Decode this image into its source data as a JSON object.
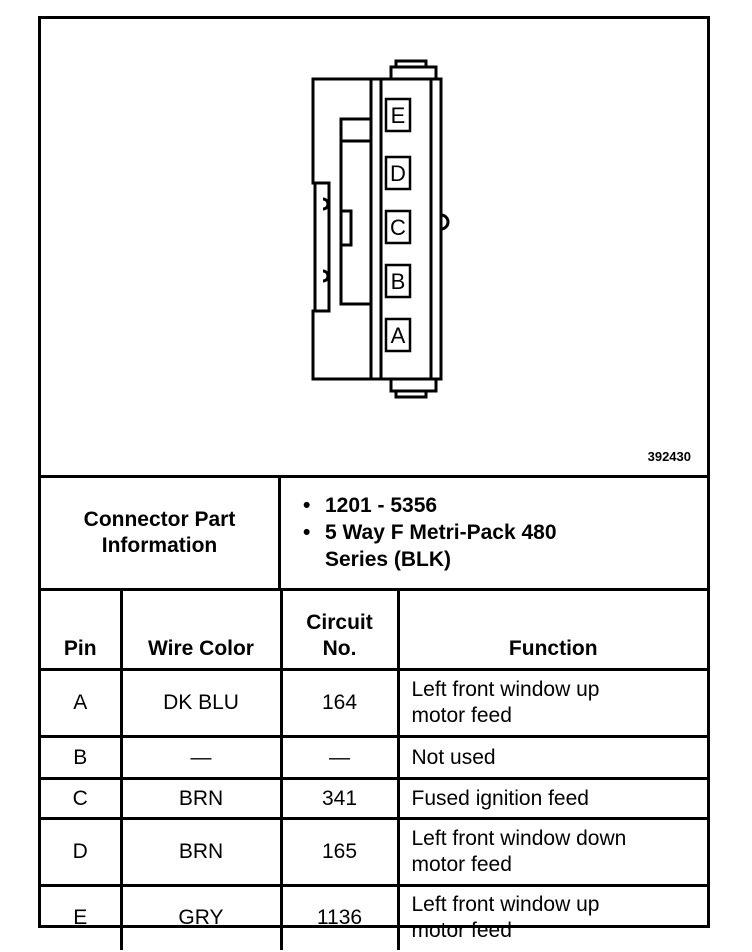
{
  "figure_id": "392430",
  "connector_pins": [
    "E",
    "D",
    "C",
    "B",
    "A"
  ],
  "info": {
    "label_line1": "Connector Part",
    "label_line2": "Information",
    "items": [
      "1201 - 5356",
      "5 Way F Metri-Pack 480",
      "Series (BLK)"
    ]
  },
  "table": {
    "headers": {
      "pin": "Pin",
      "wire_color": "Wire Color",
      "circuit_l1": "Circuit",
      "circuit_l2": "No.",
      "function": "Function"
    },
    "rows": [
      {
        "pin": "A",
        "wire": "DK BLU",
        "circuit": "164",
        "function_l1": "Left front window up",
        "function_l2": "motor feed"
      },
      {
        "pin": "B",
        "wire": "—",
        "circuit": "—",
        "function_l1": "Not used",
        "function_l2": ""
      },
      {
        "pin": "C",
        "wire": "BRN",
        "circuit": "341",
        "function_l1": "Fused ignition feed",
        "function_l2": ""
      },
      {
        "pin": "D",
        "wire": "BRN",
        "circuit": "165",
        "function_l1": "Left front window down",
        "function_l2": "motor feed"
      },
      {
        "pin": "E",
        "wire": "GRY",
        "circuit": "1136",
        "function_l1": "Left front window up",
        "function_l2": "motor feed"
      }
    ]
  }
}
